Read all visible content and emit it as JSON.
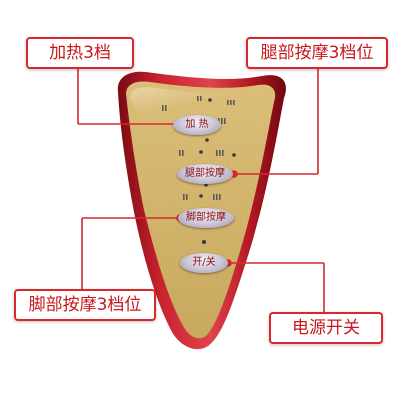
{
  "callouts": {
    "heat": "加热3档",
    "leg_massage": "腿部按摩3档位",
    "foot_massage": "脚部按摩3档位",
    "power": "电源开关"
  },
  "buttons": {
    "heat": "加 热",
    "leg_massage": "腿部按摩",
    "foot_massage": "脚部按摩",
    "power": "开/关"
  },
  "colors": {
    "accent_red": "#c8171d",
    "frame_red": "#b51a24",
    "panel_gold": "#d2b46a"
  },
  "icons": [
    "heat-level-leds",
    "leg-level-leds",
    "foot-level-leds",
    "power-led"
  ]
}
